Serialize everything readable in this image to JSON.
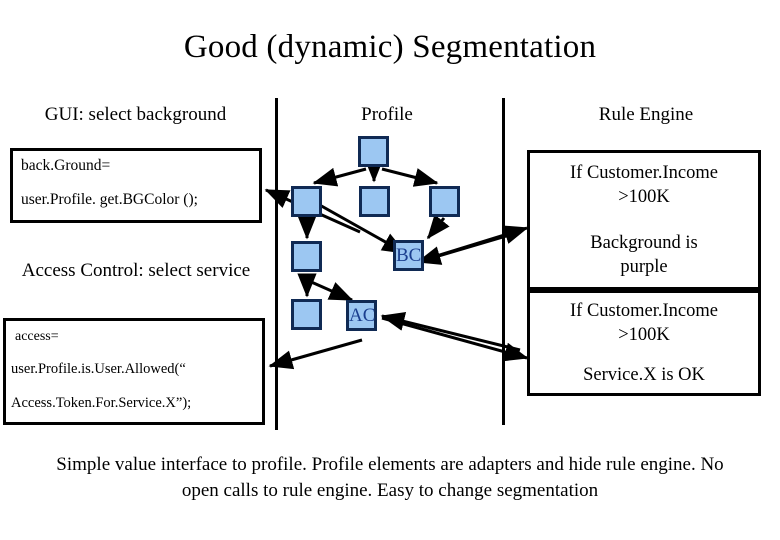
{
  "slide": {
    "title": "Good (dynamic) Segmentation",
    "caption": "Simple value interface to profile. Profile elements are adapters and hide rule engine. No open calls to rule engine. Easy to change segmentation"
  },
  "columns": {
    "gui": "GUI: select background",
    "profile": "Profile",
    "rule_engine": "Rule Engine"
  },
  "gui_code_box": {
    "line1": "back.Ground=",
    "line2": "user.Profile. get.BGColor ();"
  },
  "access_label": "Access Control: select service",
  "access_code_box": {
    "line1": "access=",
    "line2": "user.Profile.is.User.Allowed(“",
    "line3": "Access.Token.For.Service.X”);"
  },
  "rule_boxes": [
    {
      "condition": "If Customer.Income >100K",
      "condition_l1": "If Customer.Income",
      "condition_l2": ">100K",
      "action_l1": "Background is",
      "action_l2": "purple"
    },
    {
      "condition": "If Customer.Income >100K",
      "condition_l1": "If Customer.Income",
      "condition_l2": ">100K",
      "action_l1": "Service.X is OK",
      "action_l2": ""
    }
  ],
  "profile_nodes": [
    {
      "id": "root",
      "label": ""
    },
    {
      "id": "n-left",
      "label": ""
    },
    {
      "id": "n-center",
      "label": ""
    },
    {
      "id": "n-right",
      "label": ""
    },
    {
      "id": "n-left2",
      "label": ""
    },
    {
      "id": "bc",
      "label": "BC"
    },
    {
      "id": "n-left3",
      "label": ""
    },
    {
      "id": "ac",
      "label": "AC"
    }
  ],
  "colors": {
    "node_fill": "#9CC7F2",
    "node_border": "#102A54",
    "node_label": "#1b3f8f",
    "line": "#000000",
    "page_bg": "#ffffff"
  }
}
